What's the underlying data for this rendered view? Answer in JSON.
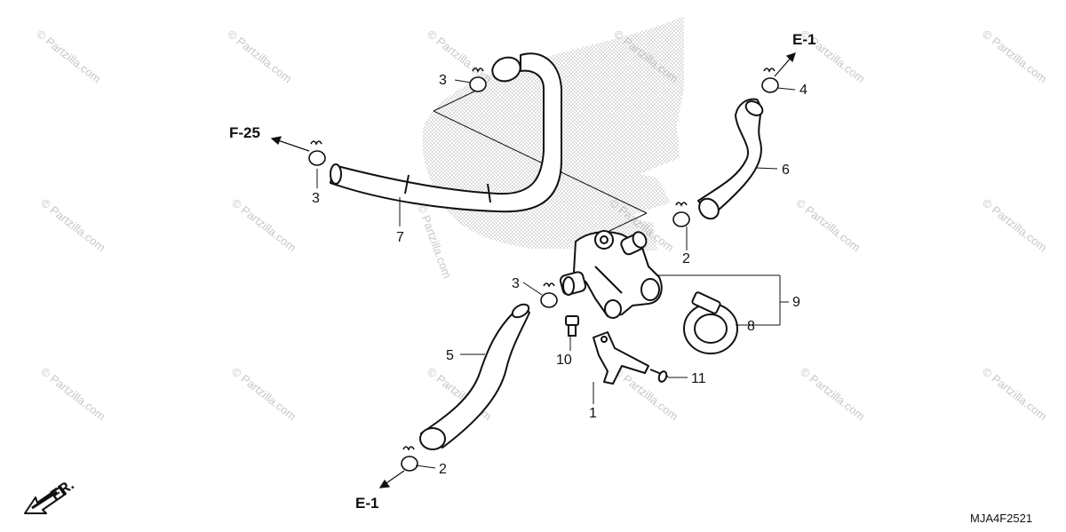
{
  "diagram_code": "MJA4F2521",
  "watermark": "© Partzilla.com",
  "direction_label": "FR.",
  "references": {
    "f25": "F-25",
    "e1_top": "E-1",
    "e1_bottom": "E-1"
  },
  "callouts": {
    "clip_top_left": "3",
    "clip_left": "3",
    "clip_mid": "3",
    "clip_right_top": "4",
    "clip_valve": "2",
    "clip_bottom": "2",
    "hose_7": "7",
    "hose_6": "6",
    "hose_5": "5",
    "valve_assy": "9",
    "band_8": "8",
    "bracket_1": "1",
    "bolt_10": "10",
    "screw_11": "11"
  },
  "colors": {
    "line": "#111111",
    "watermark": "#c8c8c8",
    "dots": "#9a9a9a"
  }
}
